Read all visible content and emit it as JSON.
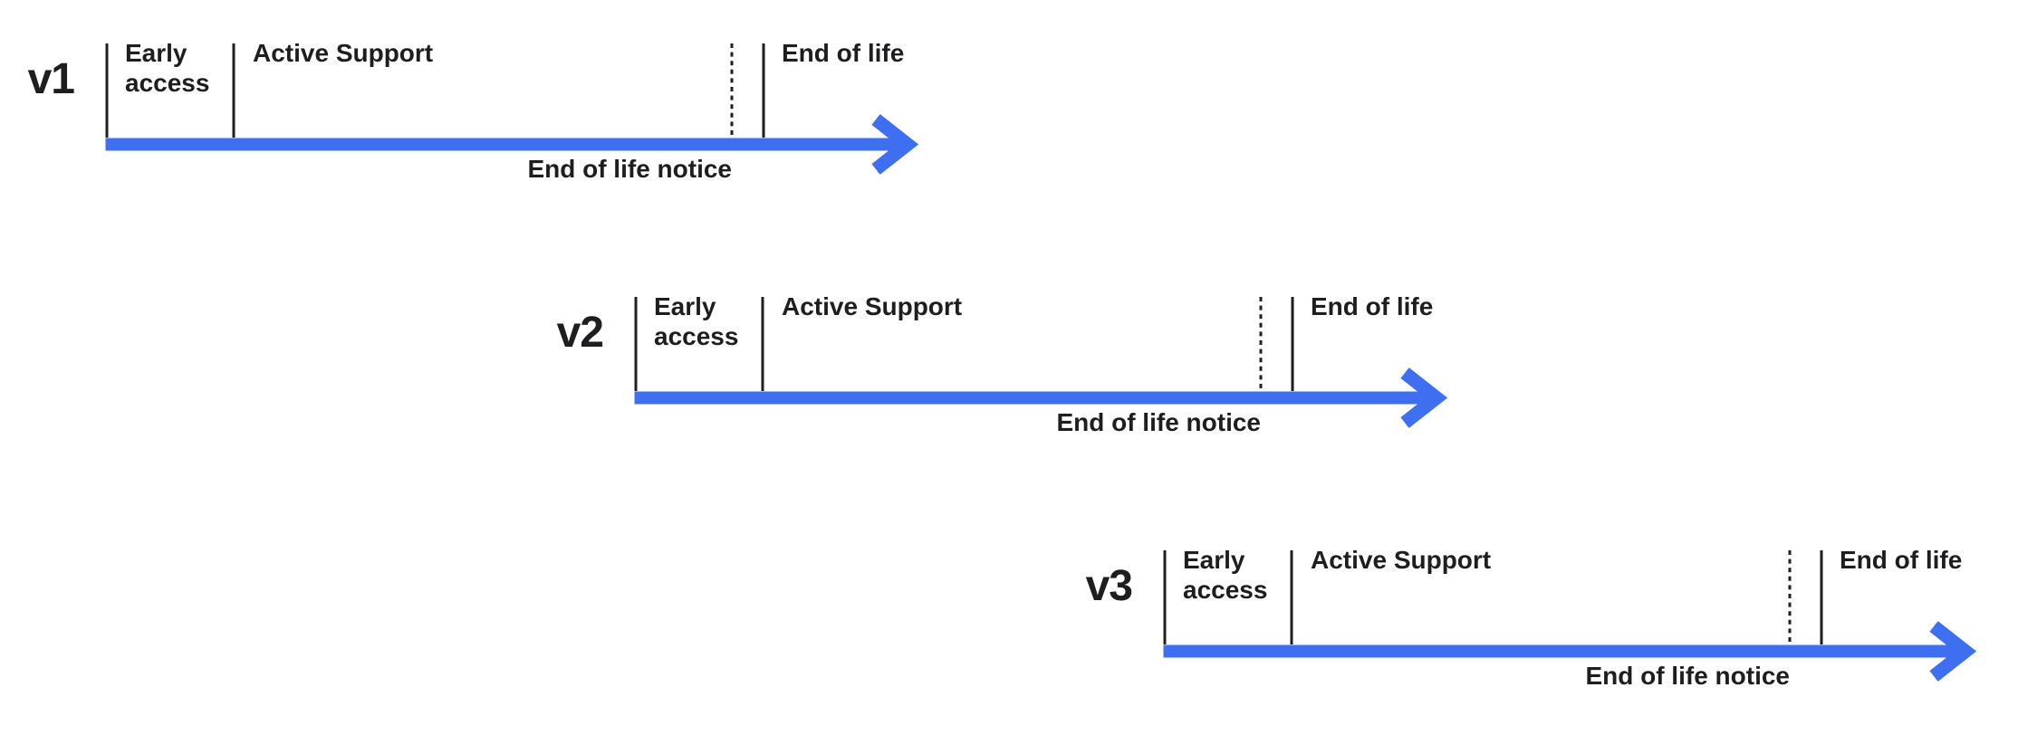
{
  "diagram": {
    "kind": "version-lifecycle-timelines",
    "colors": {
      "arrow_blue": "#3d6ff0",
      "ink": "#1e1e20",
      "background": "#ffffff"
    }
  },
  "timelines": [
    {
      "version": "v1",
      "phases": {
        "early": "Early access",
        "active": "Active Support",
        "eol": "End of life"
      },
      "notice": "End of life notice"
    },
    {
      "version": "v2",
      "phases": {
        "early": "Early access",
        "active": "Active Support",
        "eol": "End of life"
      },
      "notice": "End of life notice"
    },
    {
      "version": "v3",
      "phases": {
        "early": "Early access",
        "active": "Active Support",
        "eol": "End of life"
      },
      "notice": "End of life notice"
    }
  ]
}
